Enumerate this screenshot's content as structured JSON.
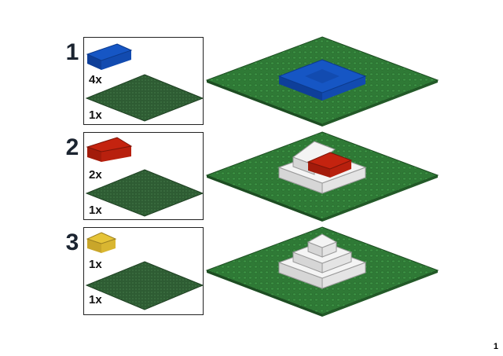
{
  "colors": {
    "plate_green": "#2f7a36",
    "plate_dark": "#2e5c33",
    "blue": "#1656c4",
    "red": "#c4230f",
    "yellow": "#e6c437",
    "white": "#ececec"
  },
  "steps": [
    {
      "number": "1",
      "parts": [
        {
          "qty": "4x",
          "part": "brick-2x4-blue"
        },
        {
          "qty": "1x",
          "part": "baseplate-green"
        }
      ]
    },
    {
      "number": "2",
      "parts": [
        {
          "qty": "2x",
          "part": "brick-2x4-red"
        },
        {
          "qty": "1x",
          "part": "baseplate-green"
        }
      ]
    },
    {
      "number": "3",
      "parts": [
        {
          "qty": "1x",
          "part": "brick-2x2-yellow"
        },
        {
          "qty": "1x",
          "part": "baseplate-green"
        }
      ]
    }
  ],
  "page_number": "1"
}
